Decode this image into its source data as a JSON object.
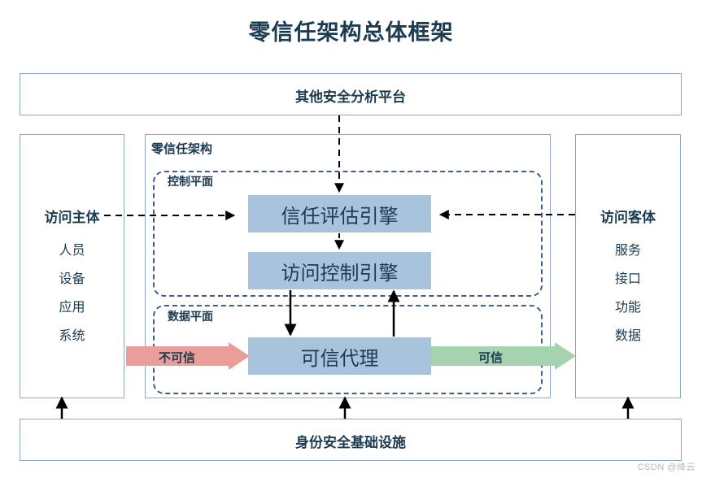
{
  "title": "零信任架构总体框架",
  "top_bar": {
    "label": "其他安全分析平台"
  },
  "bottom_bar": {
    "label": "身份安全基础设施"
  },
  "subject_panel": {
    "heading": "访问主体",
    "items": [
      "人员",
      "设备",
      "应用",
      "系统"
    ]
  },
  "object_panel": {
    "heading": "访问客体",
    "items": [
      "服务",
      "接口",
      "功能",
      "数据"
    ]
  },
  "zta": {
    "label": "零信任架构",
    "control_plane": {
      "label": "控制平面",
      "boxes": [
        {
          "label": "信任评估引擎"
        },
        {
          "label": "访问控制引擎"
        }
      ]
    },
    "data_plane": {
      "label": "数据平面",
      "boxes": [
        {
          "label": "可信代理"
        }
      ]
    }
  },
  "flows": {
    "untrusted": "不可信",
    "trusted": "可信"
  },
  "colors": {
    "text_navy": "#1b3b50",
    "panel_border": "#8aa4cc",
    "plane_dash": "#3d5c92",
    "engine_fill": "#a8c4dd",
    "untrusted_arrow": "#eb9d99",
    "trusted_arrow": "#a5d3b0",
    "watermark": "#b9b9b9"
  },
  "watermark": "CSDN @绛云"
}
